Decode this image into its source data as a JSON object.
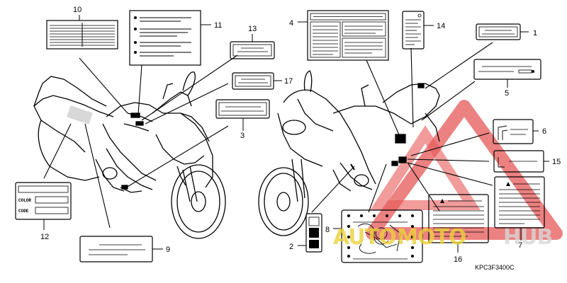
{
  "callouts": [
    {
      "id": "c1",
      "num": "1"
    },
    {
      "id": "c2",
      "num": "2"
    },
    {
      "id": "c3",
      "num": "3"
    },
    {
      "id": "c4",
      "num": "4"
    },
    {
      "id": "c5",
      "num": "5"
    },
    {
      "id": "c6",
      "num": "6"
    },
    {
      "id": "c7",
      "num": "7"
    },
    {
      "id": "c8",
      "num": "8"
    },
    {
      "id": "c9",
      "num": "9"
    },
    {
      "id": "c10",
      "num": "10"
    },
    {
      "id": "c11",
      "num": "11"
    },
    {
      "id": "c12",
      "num": "12"
    },
    {
      "id": "c13",
      "num": "13"
    },
    {
      "id": "c14",
      "num": "14"
    },
    {
      "id": "c15",
      "num": "15"
    },
    {
      "id": "c16",
      "num": "16"
    },
    {
      "id": "c17",
      "num": "17"
    }
  ],
  "label12": {
    "color_text": "COLOR",
    "code_text": "CODE"
  },
  "diagram_code": "KPC3F3400C",
  "watermark": {
    "part1": "AUTO",
    "part2": "MOTO",
    "part3": "HUB",
    "color_red": "#e23a3a",
    "color_yellow": "#ecd23a",
    "color_gray": "#d8d8d8"
  }
}
